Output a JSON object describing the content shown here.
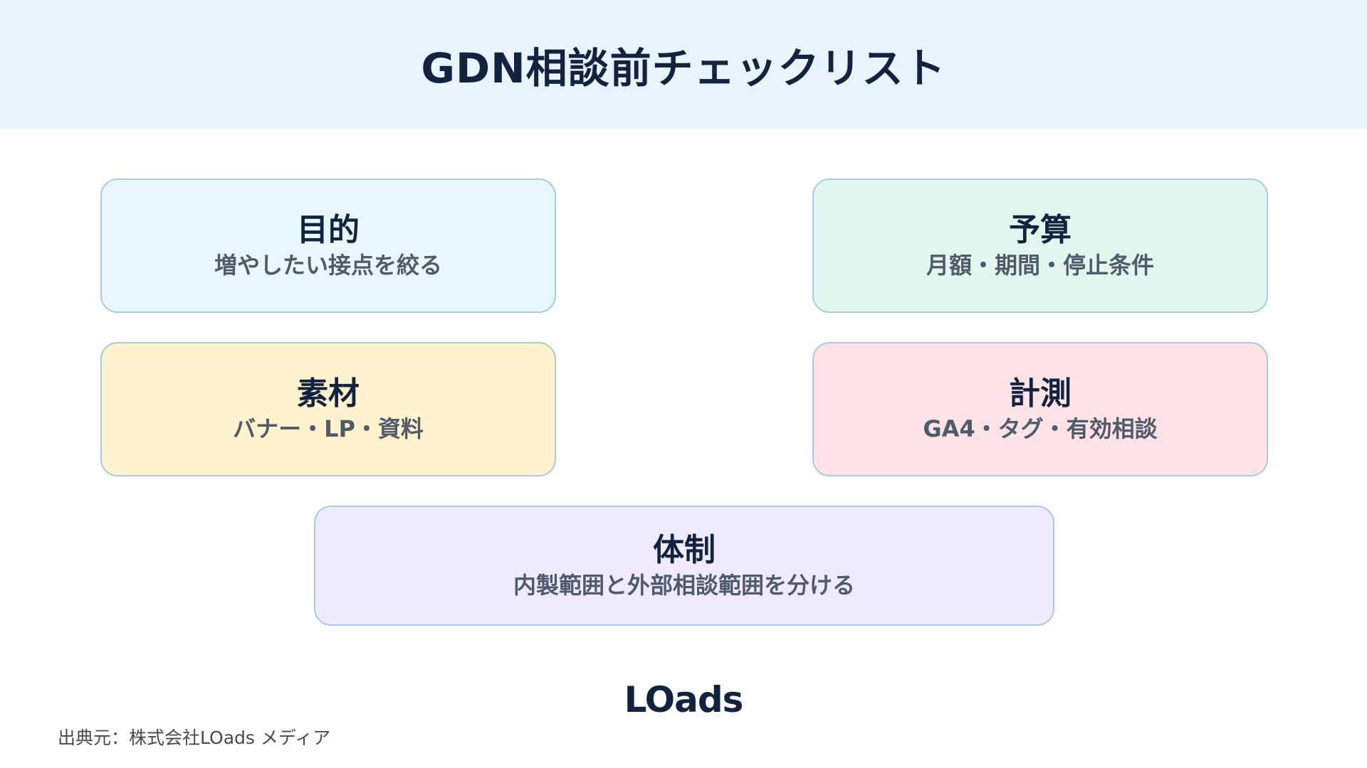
{
  "header": {
    "title": "GDN相談前チェックリスト"
  },
  "cards": [
    {
      "id": "purpose",
      "title": "目的",
      "subtitle": "増やしたい接点を絞る",
      "color": "#e6f8fd"
    },
    {
      "id": "budget",
      "title": "予算",
      "subtitle": "月額・期間・停止条件",
      "color": "#e1f6ec"
    },
    {
      "id": "material",
      "title": "素材",
      "subtitle": "バナー・LP・資料",
      "color": "#fff2cc"
    },
    {
      "id": "measure",
      "title": "計測",
      "subtitle": "GA4・タグ・有効相談",
      "color": "#fde2e6"
    },
    {
      "id": "system",
      "title": "体制",
      "subtitle": "内製範囲と外部相談範囲を分ける",
      "color": "#efeafd"
    }
  ],
  "logo": {
    "text": "LOads"
  },
  "footer": {
    "source": "出典元：株式会社LOads メディア"
  },
  "colors": {
    "header_bg": "#e8f4fd",
    "card_border": "#a9cbe6",
    "title_text": "#12233f",
    "subtitle_text": "#4f5b6b"
  }
}
